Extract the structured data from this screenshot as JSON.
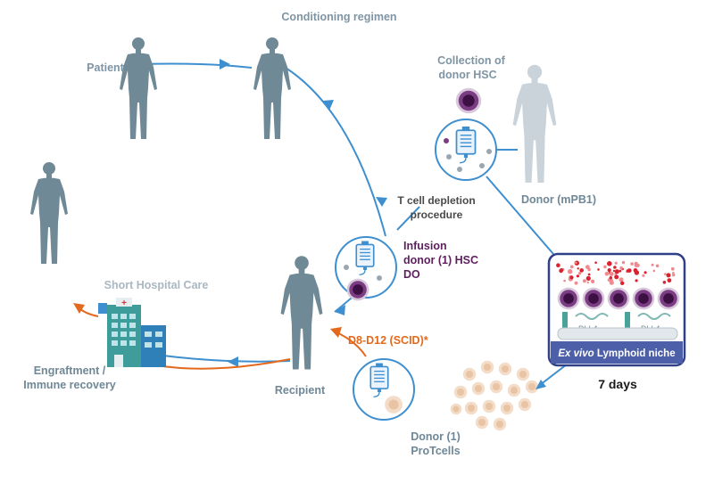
{
  "labels": {
    "conditioning": "Conditioning regimen",
    "patient": "Patient",
    "collection_line1": "Collection of",
    "collection_line2": "donor HSC",
    "tcell_line1": "T cell depletion",
    "tcell_line2": "procedure",
    "donor_mpb1": "Donor (mPB1)",
    "infusion_line1": "Infusion",
    "infusion_line2": "donor (1) HSC",
    "infusion_line3": "DO",
    "short_hospital": "Short Hospital Care",
    "d8_d12": "D8-D12 (SCID)*",
    "engraftment_line1": "Engraftment /",
    "engraftment_line2": "Immune recovery",
    "recipient": "Recipient",
    "donor1_line1": "Donor (1)",
    "donor1_line2": "ProTcells",
    "dll4_a": "DLL4",
    "dll4_b": "DLL4",
    "niche_italic": "Ex vivo",
    "niche_rest": " Lymphoid niche",
    "days": "7 days"
  },
  "colors": {
    "figure_dark": "#6f8a96",
    "figure_light": "#c9d3d9",
    "cycle_blue": "#3e8fcf",
    "orange": "#e3691d",
    "purple": "#5e1f5e",
    "niche_bar": "#4d5fa8",
    "niche_border": "#2f3f88"
  },
  "icons": [
    "human-figure-icon",
    "hsc-cell-icon",
    "iv-bag-icon",
    "hospital-building-icon",
    "protcell-icon"
  ]
}
